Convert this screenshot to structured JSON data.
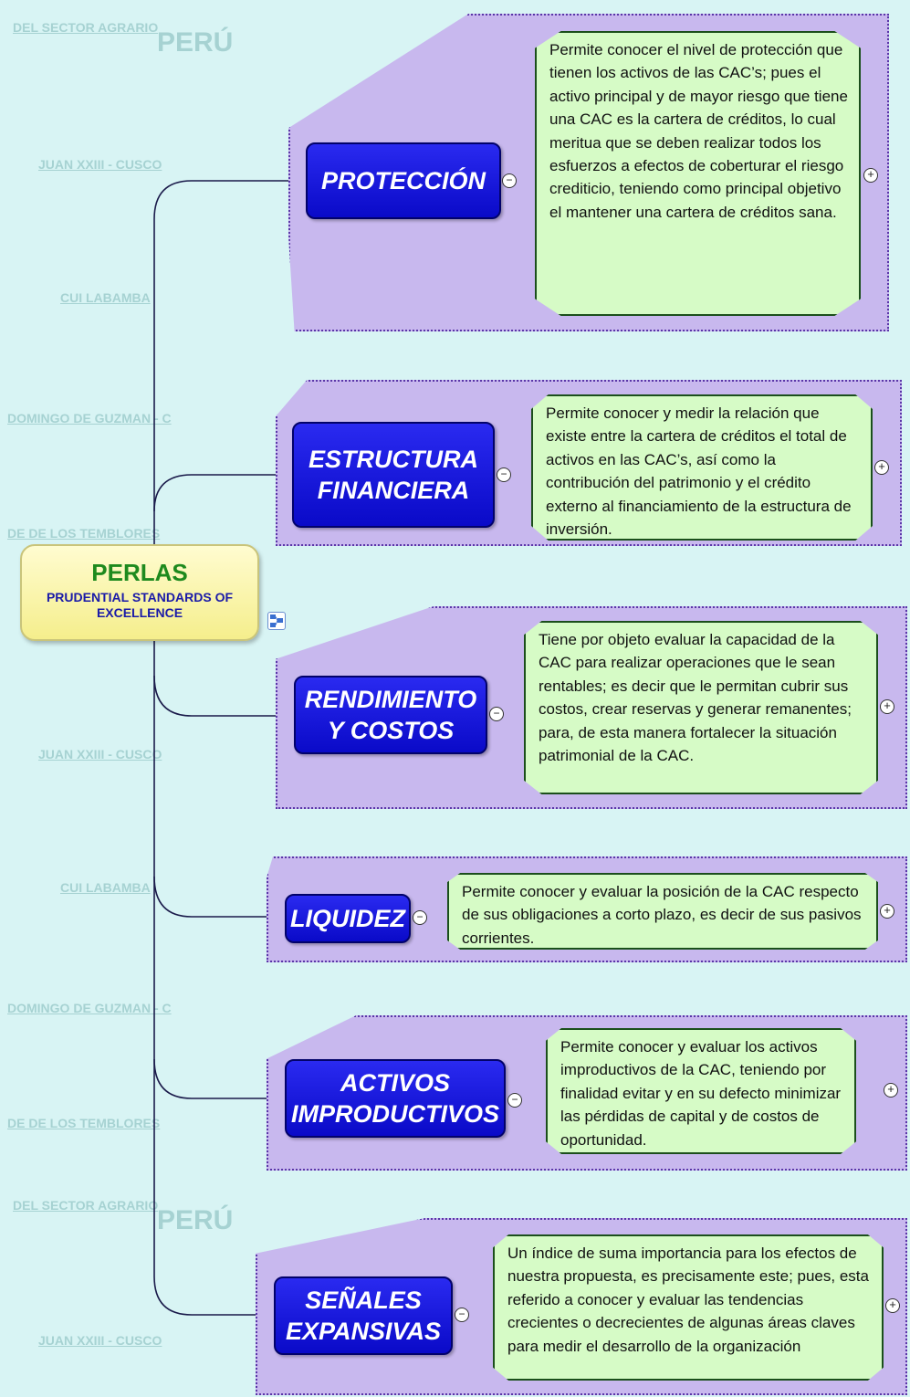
{
  "root": {
    "title": "PERLAS",
    "subtitle": "PRUDENTIAL STANDARDS OF EXCELLENCE"
  },
  "topics": [
    {
      "id": "proteccion",
      "label": "PROTECCIÓN",
      "note": "Permite conocer el nivel de protección que tienen los activos de las CAC’s; pues el activo principal y de mayor riesgo que tiene una CAC  es la cartera de créditos, lo cual meritua que se deben realizar todos los esfuerzos a efectos de coberturar  el riesgo crediticio, teniendo como principal objetivo el mantener una cartera de créditos sana."
    },
    {
      "id": "estructura",
      "label": "ESTRUCTURA FINANCIERA",
      "note": "Permite conocer y medir la relación que existe entre la cartera de créditos  el total de activos en las CAC’s, así como la contribución del patrimonio y el crédito externo al financiamiento de la estructura de inversión."
    },
    {
      "id": "rendimiento",
      "label": "RENDIMIENTO Y COSTOS",
      "note": "Tiene por objeto evaluar la capacidad de la CAC para realizar operaciones que le sean rentables; es decir que le  permitan cubrir sus costos, crear reservas y generar remanentes; para, de esta manera fortalecer la situación patrimonial de la CAC."
    },
    {
      "id": "liquidez",
      "label": "LIQUIDEZ",
      "note": "Permite conocer y evaluar la posición de la CAC respecto de sus obligaciones a corto plazo, es decir de sus pasivos corrientes."
    },
    {
      "id": "activos",
      "label": "ACTIVOS IMPRODUCTIVOS",
      "note": "Permite conocer y evaluar los activos improductivos de la CAC, teniendo por finalidad evitar y en su defecto minimizar las pérdidas de capital y de costos de oportunidad."
    },
    {
      "id": "senales",
      "label": "SEÑALES EXPANSIVAS",
      "note": "Un índice de suma importancia para los efectos de nuestra propuesta, es precisamente este; pues, esta referido a conocer y evaluar las tendencias crecientes o decrecientes de algunas áreas claves para medir el desarrollo de la organización"
    }
  ],
  "background_watermarks": [
    "DEL SECTOR AGRARIO",
    "PERÚ",
    "JUAN XXIII - CUSCO",
    "CUI LABAMBA",
    "DOMINGO DE GUZMAN - C",
    "DE DE LOS TEMBLORES",
    "JUAN XXIII - CUSCO",
    "CUI LABAMBA",
    "DOMINGO DE GUZMAN - C",
    "DE DE LOS TEMBLORES",
    "DEL SECTOR AGRARIO",
    "PERÚ",
    "JUAN XXIII - CUSCO"
  ],
  "colors": {
    "topic_fill": "#0a0ac8",
    "note_fill": "#d6fbc6",
    "panel_fill": "#c8b8ee",
    "root_title": "#1e8a1e",
    "root_subtitle": "#1a1aa8",
    "background": "#d8f4f4"
  }
}
